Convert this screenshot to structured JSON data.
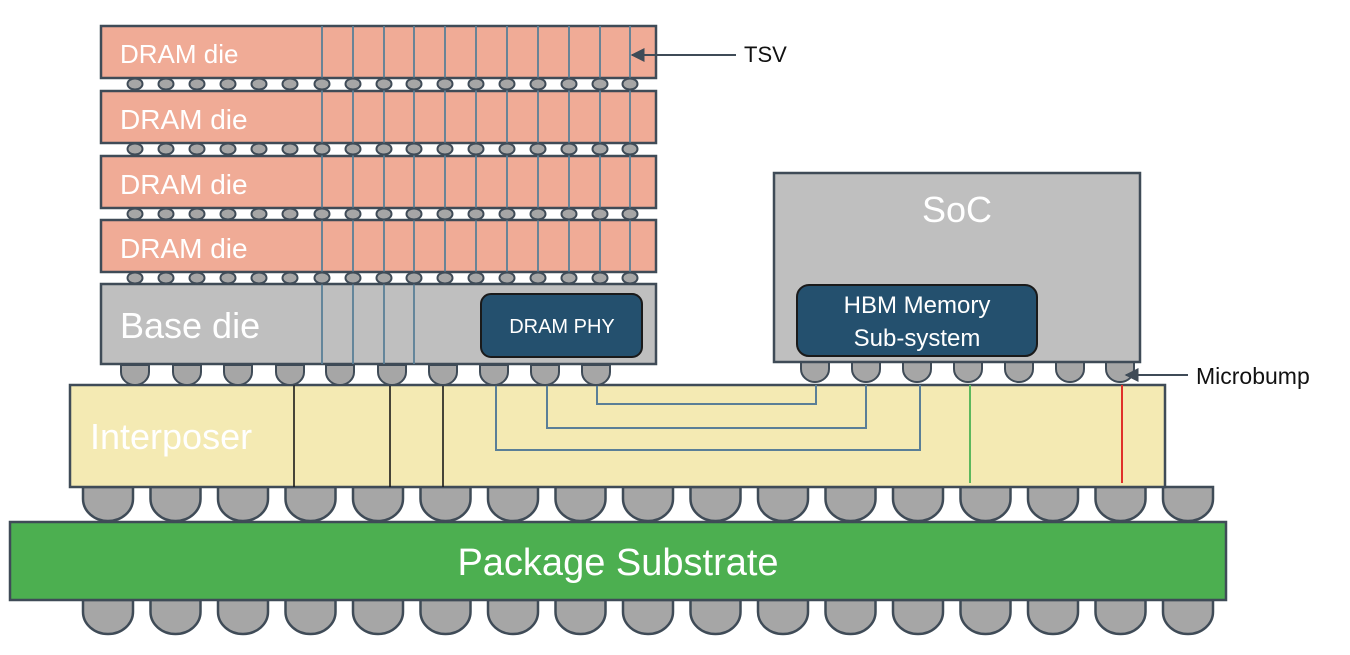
{
  "labels": {
    "dram_dies": [
      "DRAM die",
      "DRAM die",
      "DRAM die",
      "DRAM die"
    ],
    "base_die": "Base die",
    "dram_phy": "DRAM PHY",
    "soc": "SoC",
    "hbm_line1": "HBM Memory",
    "hbm_line2": "Sub-system",
    "interposer": "Interposer",
    "package_substrate": "Package Substrate",
    "tsv": "TSV",
    "microbump": "Microbump"
  },
  "colors": {
    "dram": "#f0ab96",
    "base_die": "#bfbfbf",
    "soc": "#bfbfbf",
    "phy_block": "#24506e",
    "interposer": "#f4eab3",
    "substrate": "#4caf50",
    "bump": "#a6a6a6",
    "outline": "#3f4b57",
    "trace": "#5a7f97",
    "signal_green": "#5cb85c",
    "signal_red": "#e0312a"
  }
}
